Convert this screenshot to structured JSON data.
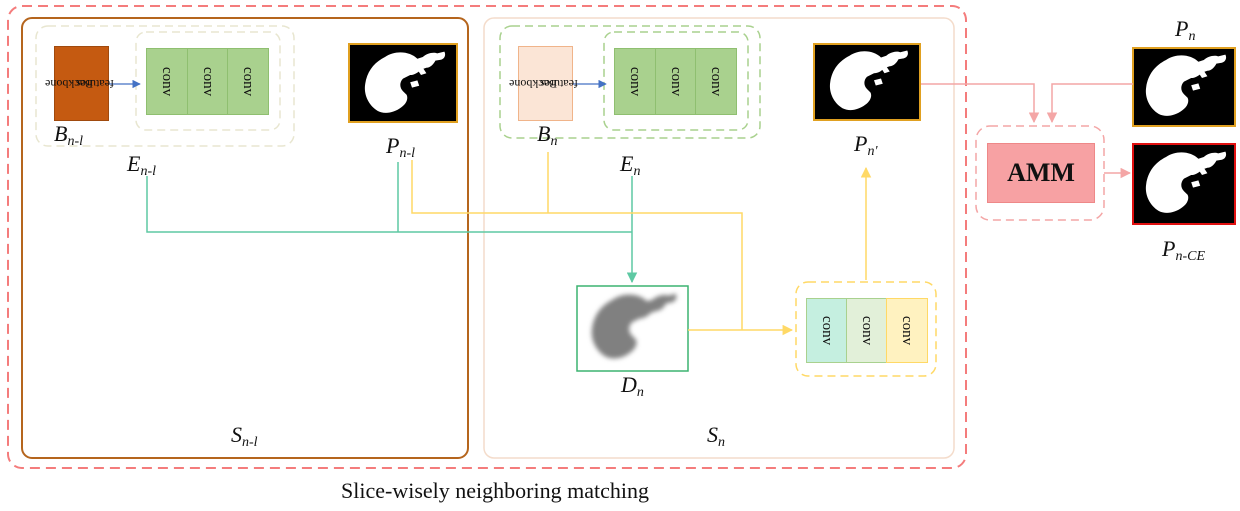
{
  "caption": "Slice-wisely neighboring matching",
  "conv_label": "conv",
  "backbone_label": {
    "line1": "Backbone",
    "line2": "features"
  },
  "amm_label": "AMM",
  "labels": {
    "B_prev": {
      "base": "B",
      "sub": "n-l"
    },
    "E_prev": {
      "base": "E",
      "sub": "n-l"
    },
    "P_prev": {
      "base": "P",
      "sub": "n-l"
    },
    "S_prev": {
      "base": "S",
      "sub": "n-l"
    },
    "B_n": {
      "base": "B",
      "sub": "n"
    },
    "E_n": {
      "base": "E",
      "sub": "n"
    },
    "P_n_prime": {
      "base": "P",
      "sub": "n'"
    },
    "D_n": {
      "base": "D",
      "sub": "n"
    },
    "S_n": {
      "base": "S",
      "sub": "n"
    },
    "P_n": {
      "base": "P",
      "sub": "n"
    },
    "P_n_CE": {
      "base": "P",
      "sub": "n-CE"
    }
  },
  "colors": {
    "outer_dashed": "#f47c7c",
    "prev_slice_border": "#b5651d",
    "cur_slice_border": "#f4dccb",
    "backbone_prev_fill": "#c55a11",
    "backbone_cur_fill": "#fbe5d6",
    "conv_green": "#a9d18e",
    "conv_teal": "#c5efe0",
    "conv_light_green": "#e2f0d9",
    "conv_yellow": "#fff2c0",
    "green_arrow": "#5ec9a3",
    "yellow_arrow": "#ffd966",
    "pink_arrow": "#f4a6a6",
    "blue_arrow": "#4472c4",
    "mask_gold_border": "#e0a020",
    "mask_red_border": "#e01010",
    "decoder_border": "#3cb371"
  }
}
